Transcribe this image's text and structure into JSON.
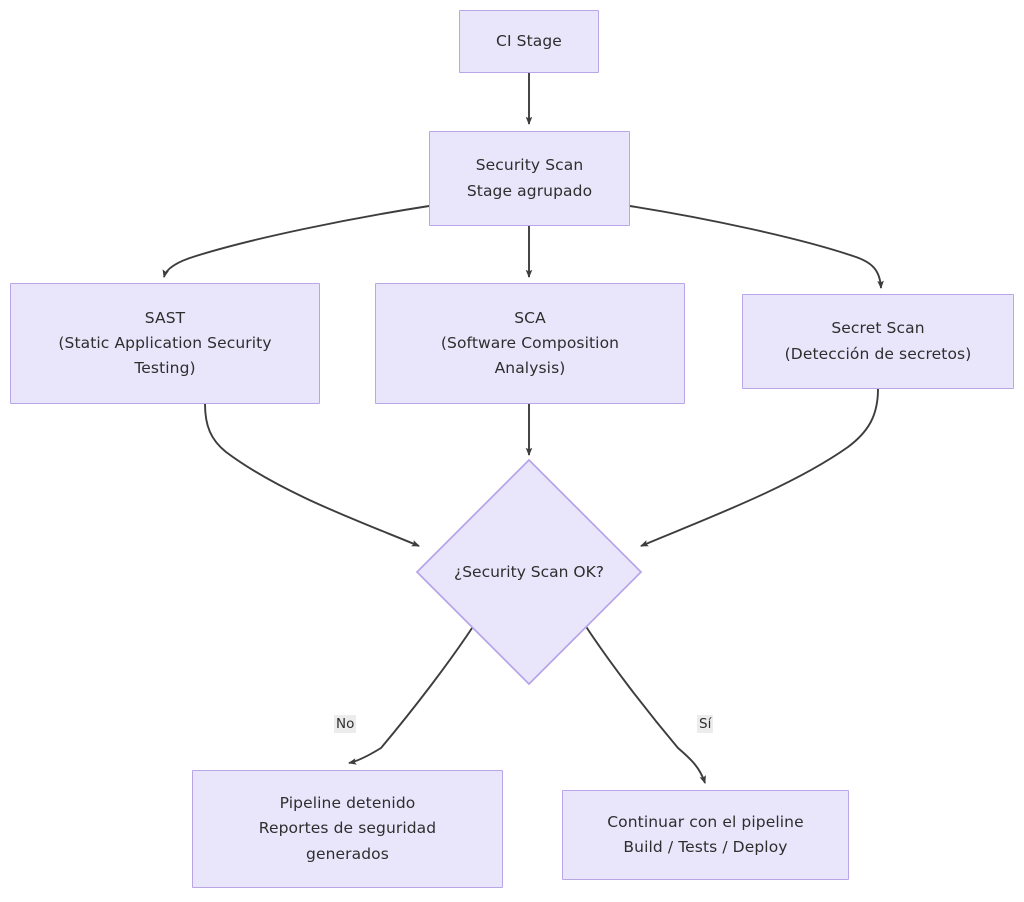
{
  "diagram": {
    "type": "flowchart",
    "direction": "top-down",
    "background_color": "#ffffff",
    "node_fill_color": "#e9e6fb",
    "node_border_color": "#b9a6e8",
    "edge_color": "#3d3d3d",
    "text_color": "#2e2e2e",
    "edge_label_background": "#ececec"
  },
  "nodes": {
    "ci_stage": {
      "label": "CI Stage",
      "shape": "rectangle"
    },
    "security_scan_stage": {
      "label": "Security Scan\nStage agrupado",
      "shape": "rectangle"
    },
    "sast": {
      "label": "SAST\n(Static Application Security\nTesting)",
      "shape": "rectangle"
    },
    "sca": {
      "label": "SCA\n(Software Composition\nAnalysis)",
      "shape": "rectangle"
    },
    "secret_scan": {
      "label": "Secret Scan\n(Detección de secretos)",
      "shape": "rectangle"
    },
    "decision": {
      "label": "¿Security Scan OK?",
      "shape": "diamond"
    },
    "pipeline_stopped": {
      "label": "Pipeline detenido\nReportes de seguridad\ngenerados",
      "shape": "rectangle"
    },
    "pipeline_continue": {
      "label": "Continuar con el pipeline\nBuild / Tests / Deploy",
      "shape": "rectangle"
    }
  },
  "edges": [
    {
      "id": "e1",
      "from": "ci_stage",
      "to": "security_scan_stage",
      "label": ""
    },
    {
      "id": "e2",
      "from": "security_scan_stage",
      "to": "sast",
      "label": ""
    },
    {
      "id": "e3",
      "from": "security_scan_stage",
      "to": "sca",
      "label": ""
    },
    {
      "id": "e4",
      "from": "security_scan_stage",
      "to": "secret_scan",
      "label": ""
    },
    {
      "id": "e5",
      "from": "sast",
      "to": "decision",
      "label": ""
    },
    {
      "id": "e6",
      "from": "sca",
      "to": "decision",
      "label": ""
    },
    {
      "id": "e7",
      "from": "secret_scan",
      "to": "decision",
      "label": ""
    },
    {
      "id": "e8",
      "from": "decision",
      "to": "pipeline_stopped",
      "label": "No"
    },
    {
      "id": "e9",
      "from": "decision",
      "to": "pipeline_continue",
      "label": "Sí"
    }
  ],
  "edge_labels": {
    "no": "No",
    "si": "Sí"
  }
}
